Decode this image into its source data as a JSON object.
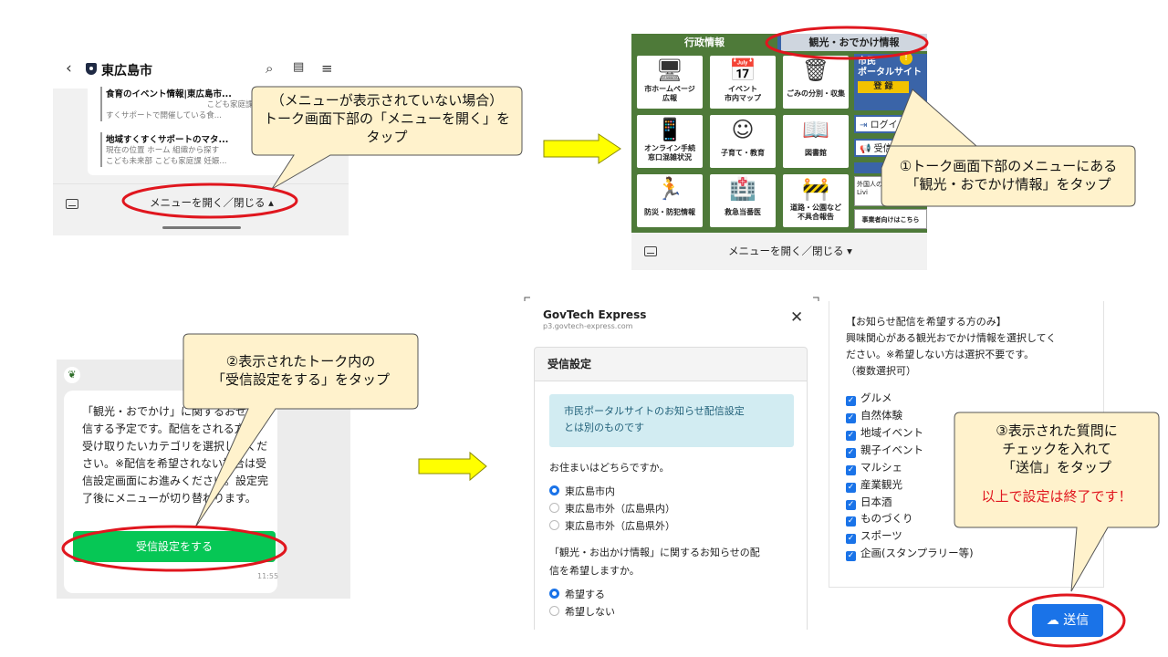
{
  "panel1": {
    "title": "東広島市",
    "item1_title": "食育のイベント情報|東広島市...",
    "item1_sub1": "こども家庭課や地域すく",
    "item1_sub2": "すくサポートで開催している食...",
    "item2_title": "地域すくすくサポートのマタ...",
    "item2_sub1": "現在の位置 ホーム 組織から探す",
    "item2_sub2": "こども未来部 こども家庭課 妊娠...",
    "menu_toggle": "メニューを開く／閉じる ▴"
  },
  "callout1": {
    "line1": "（メニューが表示されていない場合）",
    "line2": "トーク画面下部の「メニューを開く」を",
    "line3": "タップ"
  },
  "panel2": {
    "tab_admin": "行政情報",
    "tab_tourism": "観光・おでかけ情報",
    "tiles": [
      {
        "icon": "🖥",
        "label1": "市ホームページ",
        "label2": "広報"
      },
      {
        "icon": "📅",
        "label1": "イベント",
        "label2": "市内マップ"
      },
      {
        "icon": "🗑",
        "label1": "ごみの分別・収集",
        "label2": ""
      },
      {
        "icon": "📱",
        "label1": "オンライン手続",
        "label2": "窓口混雑状況"
      },
      {
        "icon": "☺",
        "label1": "子育て・教育",
        "label2": ""
      },
      {
        "icon": "📖",
        "label1": "図書館",
        "label2": ""
      },
      {
        "icon": "🏃",
        "label1": "防災・防犯情報",
        "label2": ""
      },
      {
        "icon": "🏥",
        "label1": "救急当番医",
        "label2": ""
      },
      {
        "icon": "🚧",
        "label1": "道路・公園など",
        "label2": "不具合報告"
      }
    ],
    "portal_line1": "市民",
    "portal_line2": "ポータルサイト",
    "register": "登 録",
    "login": "ログイン",
    "receive": "受信設定",
    "living1": "外国人の",
    "living2": "Livi",
    "business": "事業者向けはこちら",
    "menu_toggle": "メニューを開く／閉じる ▾"
  },
  "callout2": {
    "line1": "①トーク画面下部のメニューにある",
    "line2": "「観光・おでかけ情報」をタップ"
  },
  "panel3": {
    "message": "「観光・おでかけ」に関するおせを配信する予定です。配信をされる方は、受け取りたいカテゴリを選択してください。※配信を希望されない場合は受信設定画面にお進みください。設定完了後にメニューが切り替わります。",
    "button": "受信設定をする",
    "time": "11:55"
  },
  "callout3": {
    "line1": "②表示されたトーク内の",
    "line2": "「受信設定をする」をタップ"
  },
  "panel4": {
    "app_name": "GovTech Express",
    "url": "p3.govtech-express.com",
    "card_title": "受信設定",
    "info_line1": "市民ポータルサイトのお知らせ配信設定",
    "info_line2": "とは別のものです",
    "q1": "お住まいはどちらですか。",
    "q1_options": [
      "東広島市内",
      "東広島市外（広島県内）",
      "東広島市外（広島県外）"
    ],
    "q2_line1": "「観光・お出かけ情報」に関するお知らせの配",
    "q2_line2": "信を希望しますか。",
    "q2_options": [
      "希望する",
      "希望しない"
    ]
  },
  "panel5": {
    "head1": "【お知らせ配信を希望する方のみ】",
    "head2": "興味関心がある観光おでかけ情報を選択してく",
    "head3": "ださい。※希望しない方は選択不要です。",
    "head4": "（複数選択可）",
    "options": [
      "グルメ",
      "自然体験",
      "地域イベント",
      "親子イベント",
      "マルシェ",
      "産業観光",
      "日本酒",
      "ものづくり",
      "スポーツ",
      "企画(スタンプラリー等)"
    ],
    "send": "送信"
  },
  "callout4": {
    "line1": "③表示された質問に",
    "line2": "チェックを入れて",
    "line3": "「送信」をタップ",
    "done": "以上で設定は終了です！"
  },
  "colors": {
    "line_green": "#06c755",
    "menu_green": "#4e7a39",
    "callout_fill": "#fff2cc",
    "highlight_red": "#e0161e",
    "arrow_yellow": "#ffff00",
    "accent_blue": "#1a73e8"
  }
}
